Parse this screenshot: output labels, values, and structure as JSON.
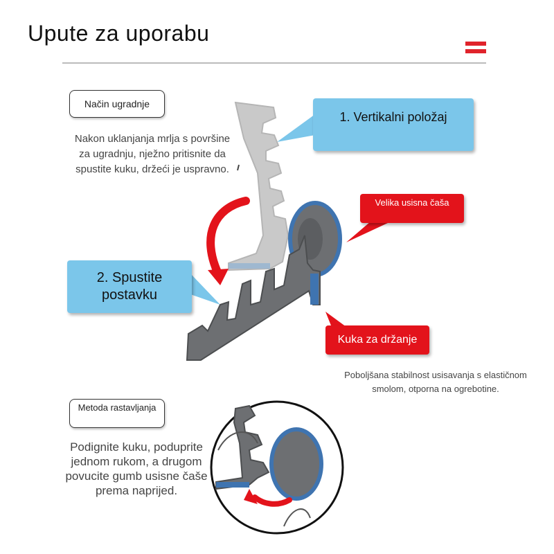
{
  "header": {
    "title": "Upute za uporabu",
    "menu_icon": "menu-icon"
  },
  "installation": {
    "label": "Način ugradnje",
    "text": "Nakon uklanjanja mrlja s površine za ugradnju, nježno pritisnite da spustite kuku, držeći je uspravno."
  },
  "callouts": {
    "vertical": "1. Vertikalni položaj",
    "lower": "2. Spustite postavku",
    "suction_cup": "Velika usisna čaša",
    "hook": "Kuka za držanje"
  },
  "stability_text": "Poboljšana stabilnost usisavanja s elastičnom smolom, otporna na ogrebotine.",
  "removal": {
    "label": "Metoda rastavljanja",
    "text": "Podignite kuku, poduprite jednom rukom, a drugom povucite gumb usisne čaše prema naprijed."
  },
  "colors": {
    "accent_red": "#e3131b",
    "callout_blue": "#7bc6ea",
    "hook_gray": "#6d6f72",
    "suction_blue": "#3f74b0"
  }
}
